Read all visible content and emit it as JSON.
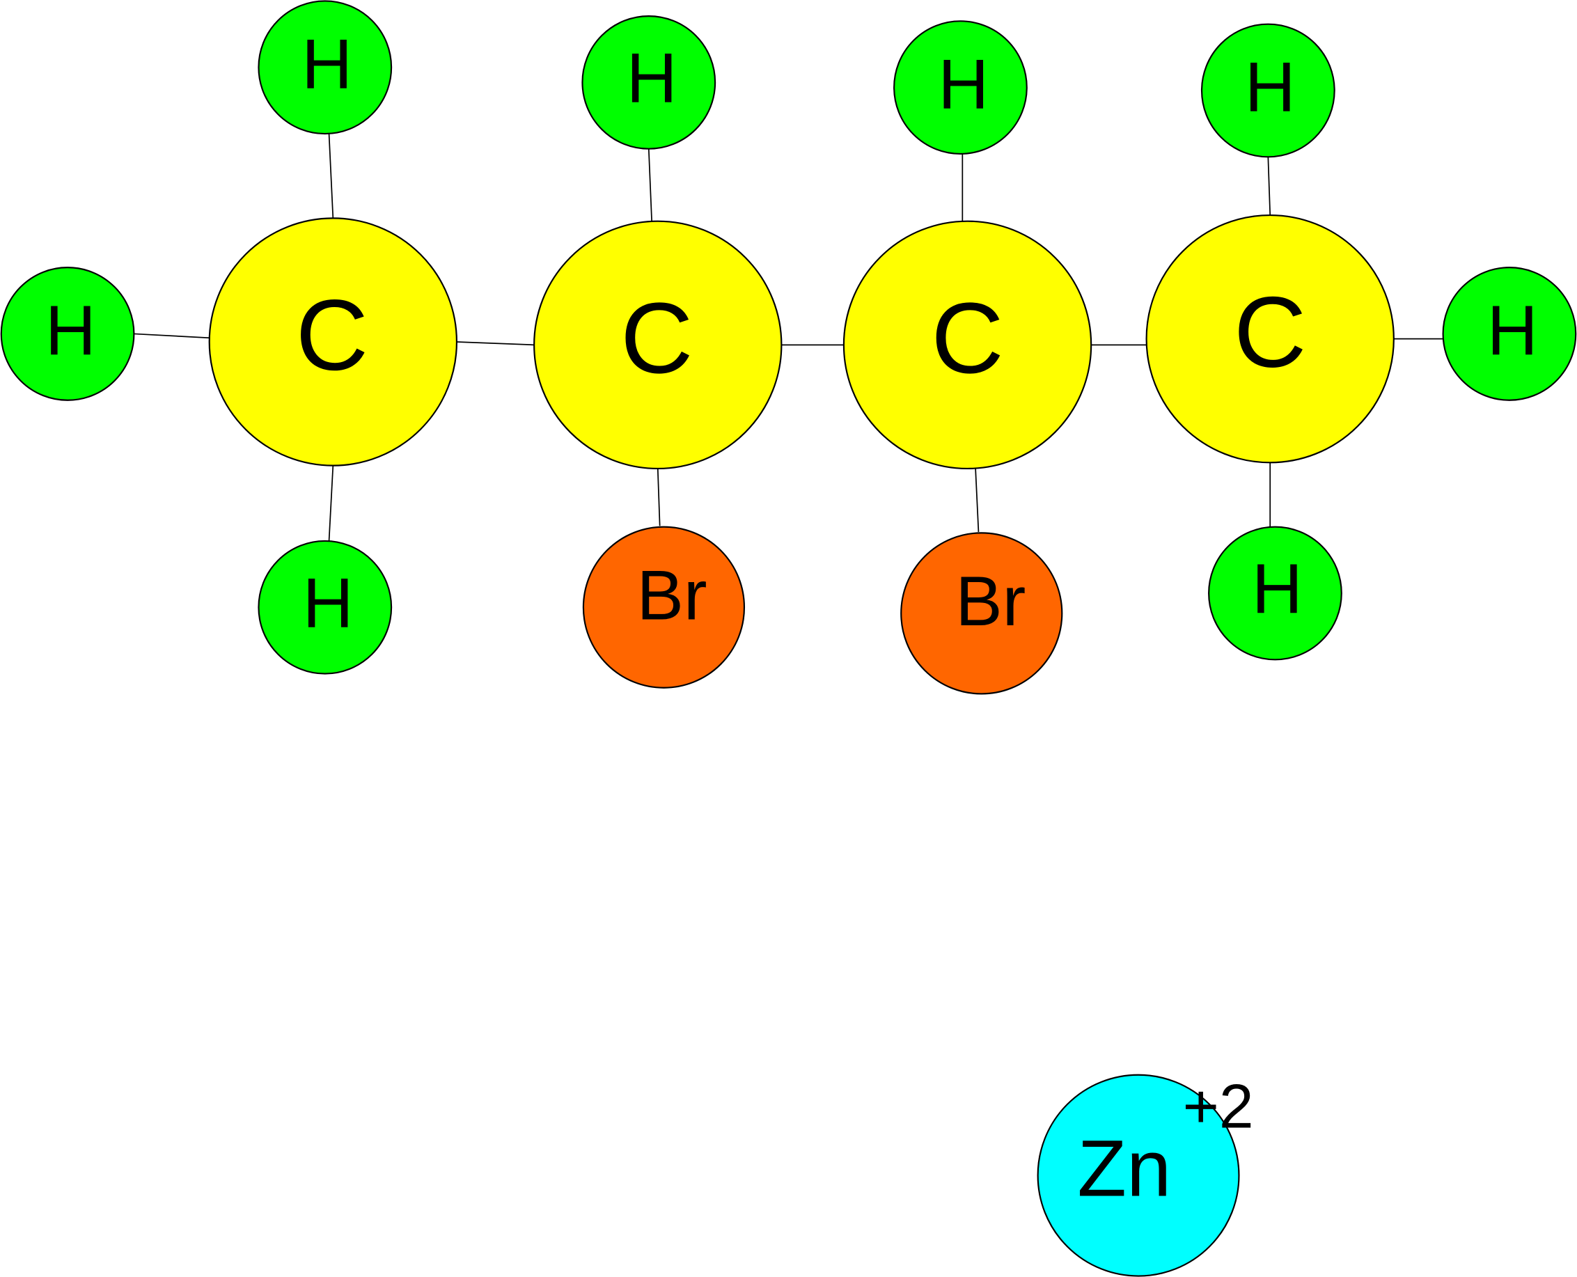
{
  "title": "",
  "colors": {
    "hydrogen": "#00ff00",
    "carbon": "#ffff00",
    "bromine": "#ff6600",
    "zinc": "#00ffff"
  },
  "atoms": {
    "h1": "H",
    "h2": "H",
    "h3": "H",
    "h4": "H",
    "h5": "H",
    "h6": "H",
    "h7": "H",
    "h8": "H",
    "c1": "C",
    "c2": "C",
    "c3": "C",
    "c4": "C",
    "br1": "Br",
    "br2": "Br",
    "zn": "Zn",
    "zn_charge": "+2"
  }
}
